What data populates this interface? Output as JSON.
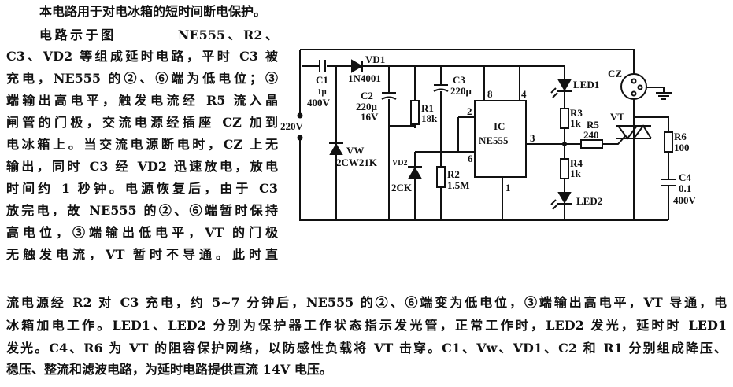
{
  "text": {
    "lines": [
      "本电路用于对电冰箱的短时间断电保护。",
      "电路示于图　　　　NE555、R2、",
      "C3、VD2 等组成延时电路，平时 C3 被",
      "充电，NE555 的②、⑥端为低电位；③",
      "端输出高电平，触发电流经 R5 流入晶",
      "闸管的门极，交流电源经插座 CZ 加到",
      "电冰箱上。当交流电源断电时，CZ 上无",
      "输出，同时 C3 经 VD2 迅速放电，放电",
      "时间约 1 秒钟。电源恢复后，由于 C3",
      "放完电，故 NE555 的②、⑥端暂时保持",
      "高电位，③端输出低电平，VT 的门极",
      "无触发电流，VT 暂时不导通。此时直",
      "流电源经 R2 对 C3 充电，约 5~7 分钟后，NE555 的②、⑥端变为低电位，③端输出高电平，VT 导通，电",
      "冰箱加电工作。LED1、LED2 分别为保护器工作状态指示发光管，正常工作时，LED2 发光，延时时 LED1",
      "发光。C4、R6 为 VT 的阻容保护网络，以防感性负载将 VT 击穿。C1、Vw、VD1、C2 和 R1 分别组成降压、",
      "稳压、整流和滤波电路，为延时电路提供直流 14V 电压。"
    ]
  },
  "diagram": {
    "labels": {
      "c1": "C1",
      "c1_val": "1μ",
      "c1_v": "400V",
      "vd1": "VD1",
      "vd1_part": "1N4001",
      "c2": "C2",
      "c2_val": "220μ",
      "c2_v": "16V",
      "r1": "R1",
      "r1_val": "18k",
      "c3": "C3",
      "c3_val": "220μ",
      "ac": "220V",
      "vw": "VW",
      "vw_part": "2CW21K",
      "vd2": "VD2",
      "vd2_part": "2CK",
      "r2": "R2",
      "r2_val": "1.5M",
      "ic": "IC",
      "ic_part": "NE555",
      "pin8": "8",
      "pin4": "4",
      "pin2": "2",
      "pin6": "6",
      "pin3": "3",
      "pin1": "1",
      "led1": "LED1",
      "led2": "LED2",
      "r3": "R3",
      "r3_val": "1k",
      "r4": "R4",
      "r4_val": "1k",
      "r5": "R5",
      "r5_val": "240",
      "vt": "VT",
      "cz": "CZ",
      "r6": "R6",
      "r6_val": "100",
      "c4": "C4",
      "c4_val": "0.1",
      "c4_v": "400V"
    }
  }
}
